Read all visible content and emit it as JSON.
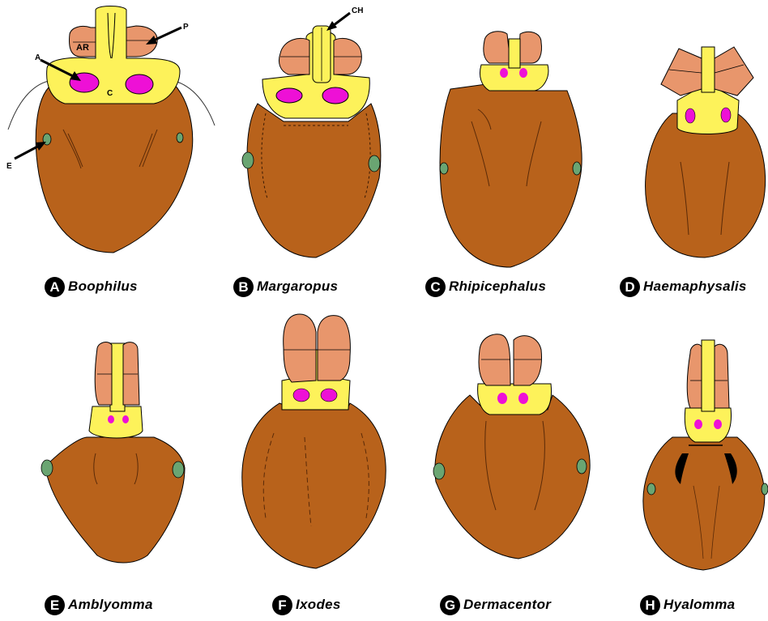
{
  "figure": {
    "annotations": {
      "ar": "AR",
      "p": "P",
      "a": "A",
      "c": "C",
      "e": "E",
      "ch": "CH"
    },
    "panels": [
      {
        "letter": "A",
        "genus": "Boophilus"
      },
      {
        "letter": "B",
        "genus": "Margaropus"
      },
      {
        "letter": "C",
        "genus": "Rhipicephalus"
      },
      {
        "letter": "D",
        "genus": "Haemaphysalis"
      },
      {
        "letter": "E",
        "genus": "Amblyomma"
      },
      {
        "letter": "F",
        "genus": "Ixodes"
      },
      {
        "letter": "G",
        "genus": "Dermacentor"
      },
      {
        "letter": "H",
        "genus": "Hyalomma"
      }
    ],
    "colors": {
      "body": "#b8621b",
      "capitulum": "#fdf25a",
      "palps": "#e8966c",
      "areae_porosae": "#ee10d6",
      "eyes": "#6aa572",
      "outline": "#000000"
    }
  }
}
